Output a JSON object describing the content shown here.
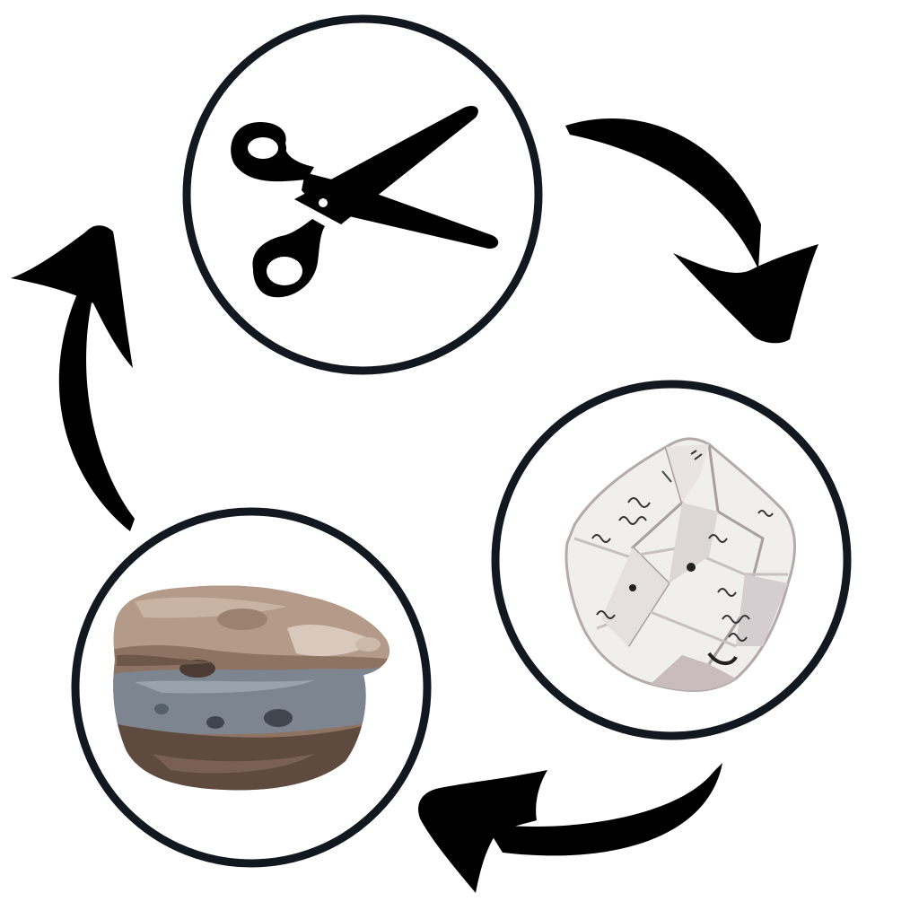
{
  "diagram": {
    "type": "cycle",
    "direction": "clockwise",
    "nodes": [
      {
        "id": "scissors",
        "icon": "scissors-icon",
        "position": "top"
      },
      {
        "id": "paper",
        "icon": "crumpled-paper-icon",
        "position": "bottom-right"
      },
      {
        "id": "rock",
        "icon": "rock-icon",
        "position": "bottom-left"
      }
    ],
    "edges": [
      {
        "from": "scissors",
        "to": "paper"
      },
      {
        "from": "paper",
        "to": "rock"
      },
      {
        "from": "rock",
        "to": "scissors"
      }
    ]
  },
  "colors": {
    "outline": "#121820",
    "arrow": "#000000",
    "background": "#ffffff",
    "rock_light": "#b49a88",
    "rock_mid": "#8e7363",
    "rock_dark": "#5f4a40",
    "rock_band": "#7c8590",
    "paper_light": "#f1eeee",
    "paper_shadow": "#b4a9ab"
  }
}
